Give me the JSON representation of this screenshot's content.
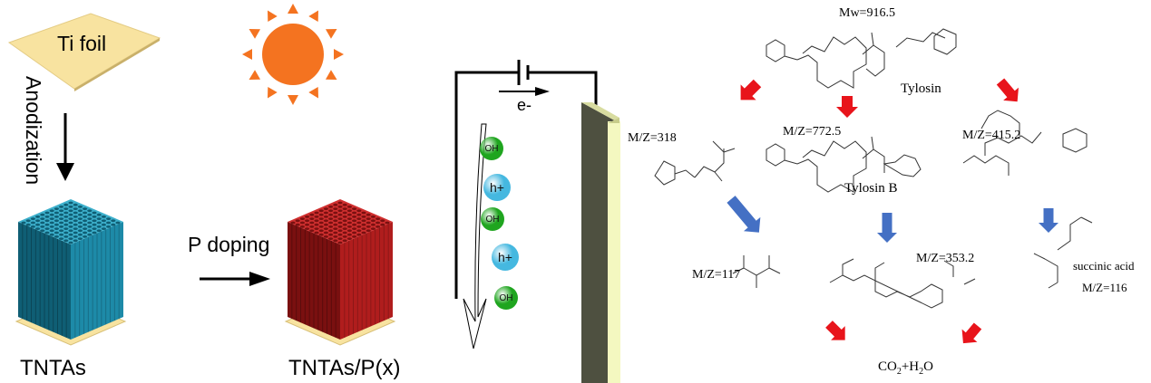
{
  "synthesis": {
    "ti_foil_label": "Ti foil",
    "anodization_label": "Anodization",
    "tntas_label": "TNTAs",
    "p_doping_label": "P doping",
    "tntas_p_label": "TNTAs/P(x)"
  },
  "photoelectrocatalysis": {
    "electron_label": "e-",
    "species": [
      {
        "label": "OH",
        "type": "hydroxyl",
        "color": "#1fa51f"
      },
      {
        "label": "h+",
        "type": "hole",
        "color": "#45b8e0"
      },
      {
        "label": "OH",
        "type": "hydroxyl",
        "color": "#1fa51f"
      },
      {
        "label": "h+",
        "type": "hole",
        "color": "#45b8e0"
      },
      {
        "label": "OH",
        "type": "hydroxyl",
        "color": "#1fa51f"
      }
    ]
  },
  "degradation": {
    "parent": {
      "mw_label": "Mw=916.5",
      "name": "Tylosin"
    },
    "intermediates": [
      {
        "mz_label": "M/Z=318"
      },
      {
        "mz_label": "M/Z=772.5",
        "name": "Tylosin B"
      },
      {
        "mz_label": "M/Z=415.2"
      }
    ],
    "small_products": [
      {
        "mz_label": "M/Z=117"
      },
      {
        "mz_label": "M/Z=353.2"
      },
      {
        "mz_label": "M/Z=116",
        "name": "succinic acid"
      }
    ],
    "final_products": {
      "co2": "CO",
      "co2_sub": "2",
      "plus": "+H",
      "h2o_sub": "2",
      "o": "O"
    }
  },
  "colors": {
    "sun": "#f47320",
    "tntas": "#1d8aa8",
    "tntas_p": "#b01d1d",
    "foil": "#f8e3a0",
    "electrode": "#4e5040",
    "red_arrow": "#e8141b",
    "blue_arrow": "#4470c4"
  }
}
